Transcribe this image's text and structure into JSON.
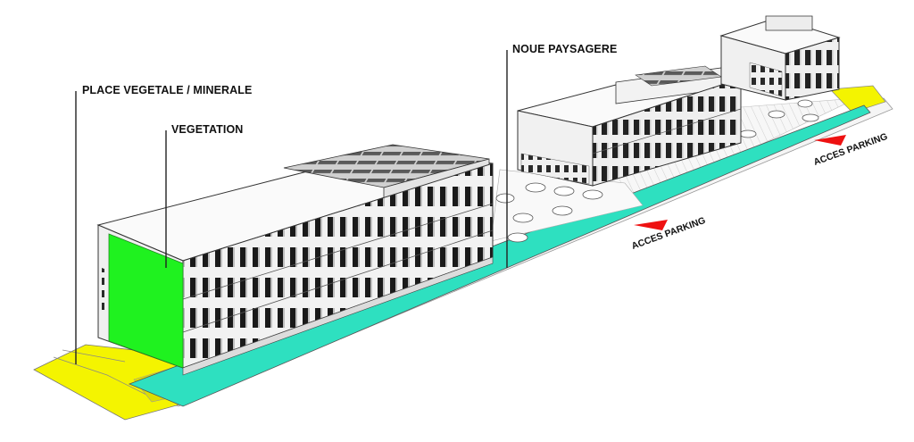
{
  "labels": {
    "place": "PLACE VEGETALE / MINERALE",
    "vegetation": "VEGETATION",
    "noue": "NOUE PAYSAGERE",
    "access_1": "ACCES PARKING",
    "access_2": "ACCES PARKING"
  },
  "colors": {
    "background": "#ffffff",
    "plaza": "#f4f400",
    "vegetation": "#1ff21f",
    "swale": "#2ee0c0",
    "access_arrow": "#ee1111",
    "line": "#222222"
  }
}
